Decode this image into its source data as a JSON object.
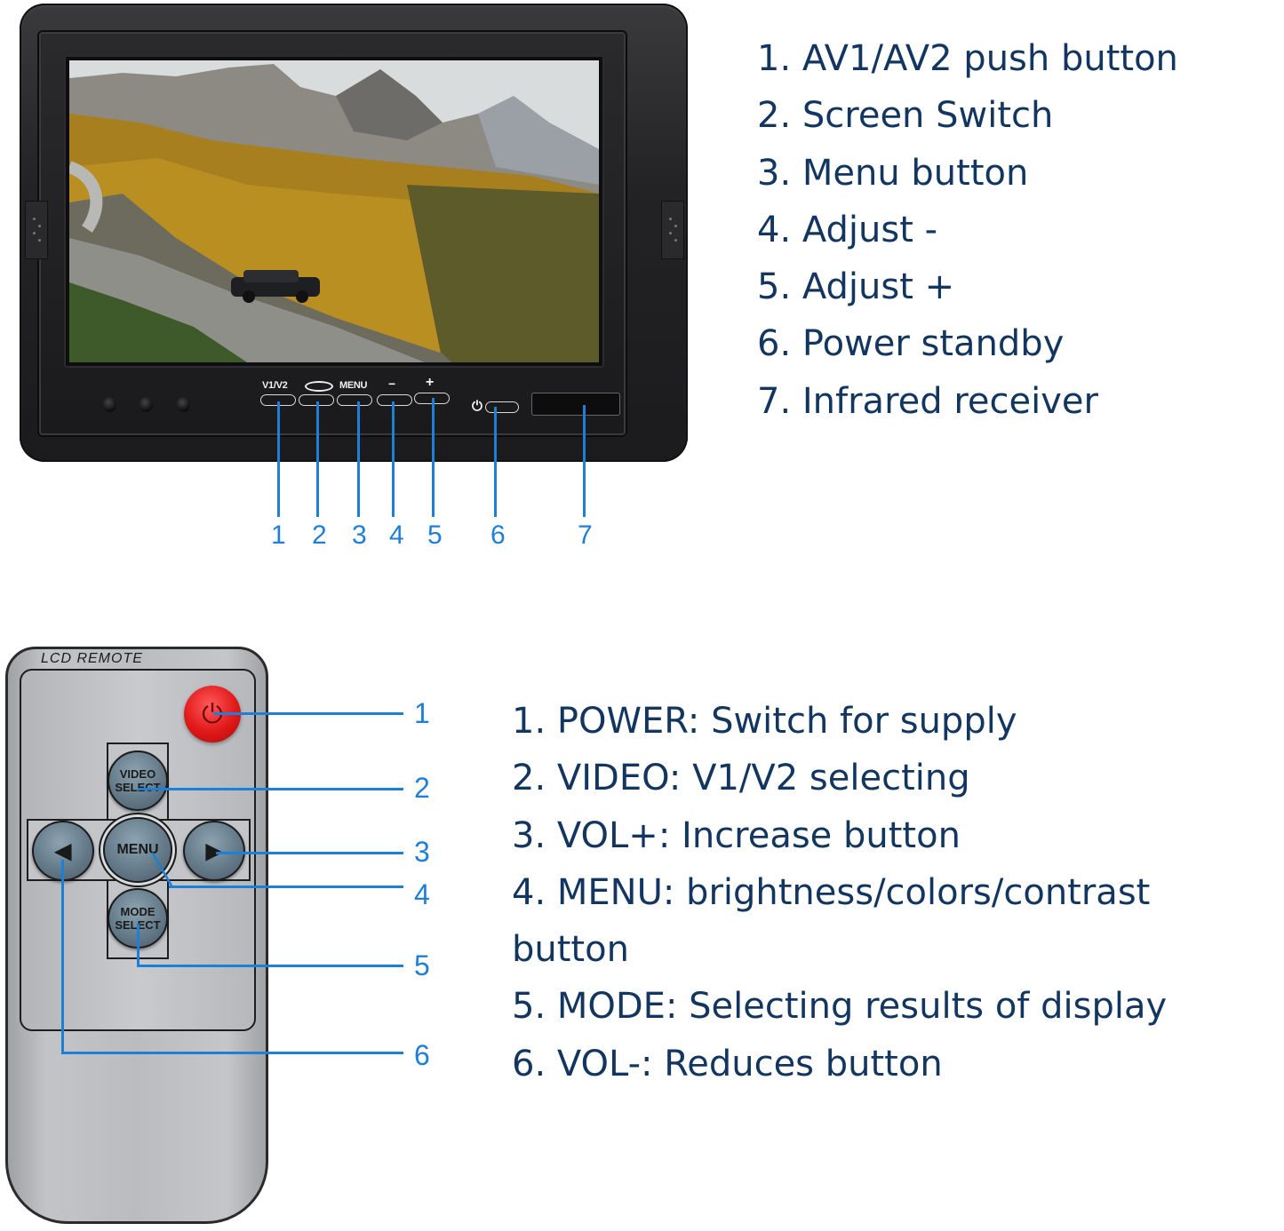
{
  "monitor": {
    "panel_labels": [
      "V1/V2",
      "⬭",
      "MENU",
      "−",
      "+"
    ],
    "power_glyph": "⏻",
    "callouts": [
      "1",
      "2",
      "3",
      "4",
      "5",
      "6",
      "7"
    ],
    "legend": [
      "1. AV1/AV2 push button",
      "2. Screen Switch",
      "3. Menu button",
      "4. Adjust -",
      "5. Adjust +",
      "6. Power standby",
      "7. Infrared receiver"
    ]
  },
  "remote": {
    "title": "LCD REMOTE",
    "buttons": {
      "power": "⏻",
      "video_select": "VIDEO\nSELECT",
      "video_line1": "VIDEO",
      "video_line2": "SELECT",
      "menu": "MENU",
      "mode_line1": "MODE",
      "mode_line2": "SELECT",
      "left": "◀",
      "right": "▶"
    },
    "callouts": [
      "1",
      "2",
      "3",
      "4",
      "5",
      "6"
    ],
    "legend": [
      "1. POWER: Switch for supply",
      "2. VIDEO: V1/V2 selecting",
      "3. VOL+: Increase button",
      "4. MENU: brightness/colors/contrast",
      "button",
      "5. MODE: Selecting results of display",
      "6. VOL-: Reduces button"
    ]
  },
  "colors": {
    "legend_text": "#12365f",
    "callout_blue": "#1e7fd6",
    "power_red": "#e11818",
    "remote_button": "#6b8291"
  }
}
